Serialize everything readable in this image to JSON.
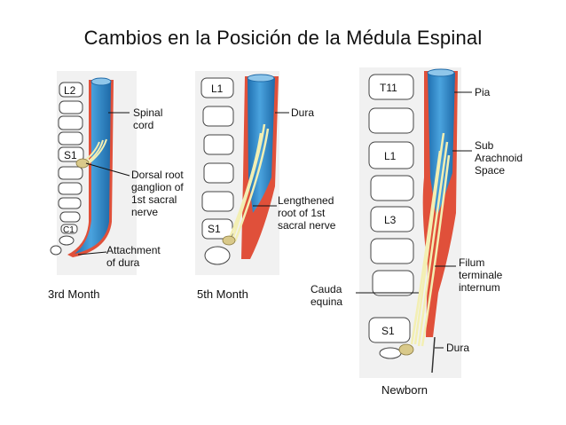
{
  "title": "Cambios en la Posición de la Médula Espinal",
  "captions": {
    "third": "3rd Month",
    "fifth": "5th Month",
    "newborn": "Newborn"
  },
  "panel1": {
    "vertebrae": {
      "L2": "L2",
      "S1": "S1",
      "C1": "C1"
    },
    "labels": {
      "spinal_cord_1": "Spinal",
      "spinal_cord_2": "cord",
      "drg_1": "Dorsal root",
      "drg_2": "ganglion of",
      "drg_3": "1st sacral",
      "drg_4": "nerve",
      "attach_1": "Attachment",
      "attach_2": "of dura"
    }
  },
  "panel2": {
    "vertebrae": {
      "L1": "L1",
      "S1": "S1"
    },
    "labels": {
      "dura": "Dura",
      "root_1": "Lengthened",
      "root_2": "root of 1st",
      "root_3": "sacral nerve"
    }
  },
  "panel3": {
    "vertebrae": {
      "T11": "T11",
      "L1": "L1",
      "L3": "L3",
      "S1": "S1"
    },
    "labels": {
      "pia": "Pia",
      "sub_1": "Sub",
      "sub_2": "Arachnoid",
      "sub_3": "Space",
      "filum_1": "Filum",
      "filum_2": "terminale",
      "filum_3": "internum",
      "cauda_1": "Cauda",
      "cauda_2": "equina",
      "dura": "Dura"
    }
  },
  "colors": {
    "cord_blue": "#2f86c8",
    "cord_light": "#8fc6ea",
    "dura_red": "#e0503a",
    "nerve_yellow": "#f3efb3",
    "ganglion": "#d9c98a",
    "bone": "#ffffff"
  }
}
